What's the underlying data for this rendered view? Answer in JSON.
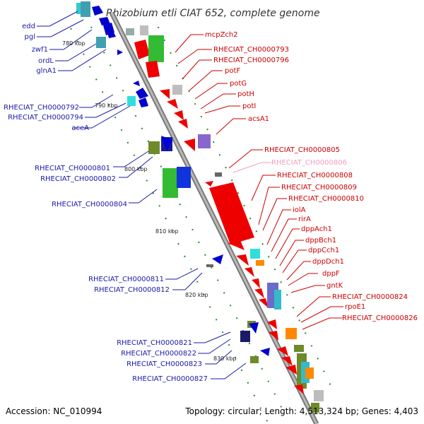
{
  "title": "Rhizobium etli CIAT 652, complete genome",
  "footer": {
    "accession": "Accession: NC_010994",
    "topology": "Topology: circular; Length: 4,513,324 bp; Genes: 4,403"
  },
  "colors": {
    "left_label": "#1a1aaa",
    "right_label": "#cc0000",
    "faded_label": "#f0a0c0",
    "backbone": "#9a9a9a"
  },
  "ticks": [
    "780 kbp",
    "790 kbp",
    "800 kbp",
    "810 kbp",
    "820 kbp",
    "830 kbp"
  ],
  "left_labels": [
    "edd",
    "pgl",
    "zwf1",
    "ordL",
    "glnA1",
    "RHECIAT_CH0000792",
    "RHECIAT_CH0000794",
    "aceA",
    "RHECIAT_CH0000801",
    "RHECIAT_CH0000802",
    "RHECIAT_CH0000804",
    "RHECIAT_CH0000811",
    "RHECIAT_CH0000812",
    "RHECIAT_CH0000821",
    "RHECIAT_CH0000822",
    "RHECIAT_CH0000823",
    "RHECIAT_CH0000827"
  ],
  "right_labels": [
    "mcpZch2",
    "RHECIAT_CH0000793",
    "RHECIAT_CH0000796",
    "potF",
    "potG",
    "potH",
    "potI",
    "acsA1",
    "RHECIAT_CH0000805",
    "RHECIAT_CH0000806",
    "RHECIAT_CH0000808",
    "RHECIAT_CH0000809",
    "RHECIAT_CH0000810",
    "iolA",
    "rirA",
    "dppAch1",
    "dppBch1",
    "dppCch1",
    "dppDch1",
    "dppF",
    "gntK",
    "RHECIAT_CH0000824",
    "rpoE1",
    "RHECIAT_CH0000826"
  ]
}
